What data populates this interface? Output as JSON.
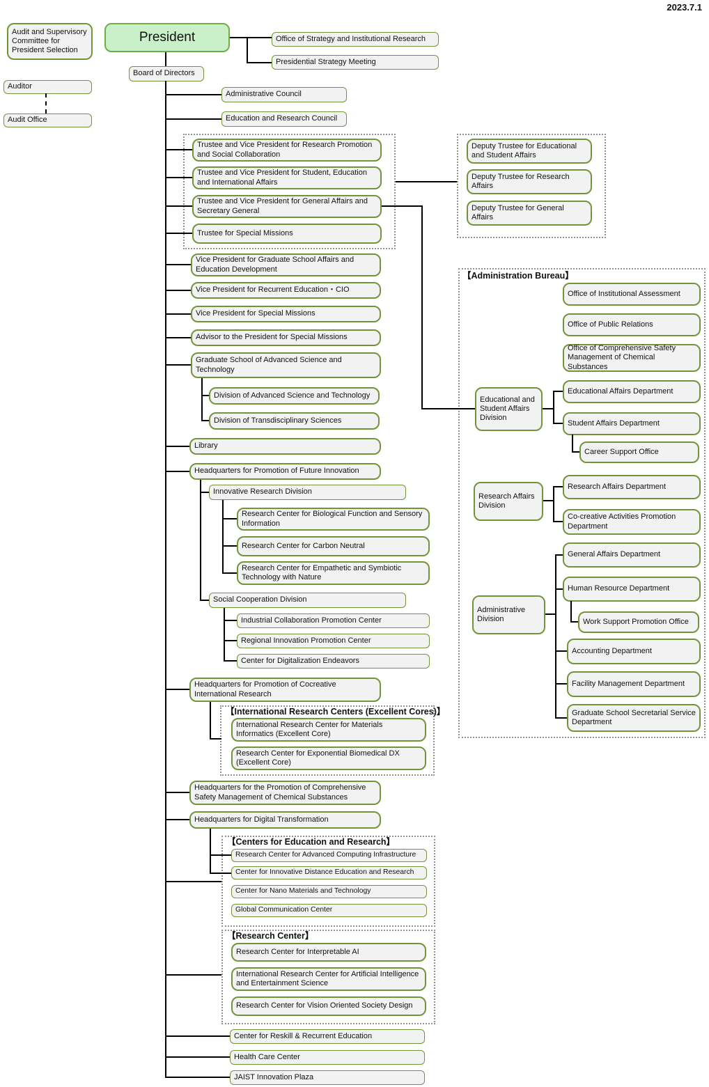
{
  "date": "2023.7.1",
  "audit": {
    "committee": "Audit and Supervisory Committee for President Selection",
    "auditor": "Auditor",
    "office": "Audit Office"
  },
  "president": "President",
  "board": "Board of Directors",
  "president_direct": {
    "office_strategy": "Office of Strategy and Institutional Research",
    "strategy_meeting": "Presidential Strategy Meeting"
  },
  "councils": {
    "administrative": "Administrative Council",
    "education_research": "Education and Research Council"
  },
  "trustees": [
    "Trustee and Vice President for Research Promotion and Social Collaboration",
    "Trustee and Vice President for Student, Education and International Affairs",
    "Trustee and Vice President for General Affairs and Secretary General",
    "Trustee for Special Missions"
  ],
  "deputy_trustees": [
    "Deputy Trustee for Educational and Student Affairs",
    "Deputy Trustee for Research Affairs",
    "Deputy Trustee for General Affairs"
  ],
  "vice_presidents": [
    "Vice President for Graduate School Affairs and Education Development",
    "Vice President for Recurrent Education・CIO",
    "Vice President for Special Missions",
    "Advisor to the President for Special Missions"
  ],
  "graduate_school": {
    "label": "Graduate School of Advanced Science and Technology",
    "divisions": [
      "Division of Advanced Science and Technology",
      "Division of Transdisciplinary Sciences"
    ]
  },
  "library": "Library",
  "hq_future": {
    "label": "Headquarters for Promotion of Future Innovation",
    "innovative": {
      "label": "Innovative Research Division",
      "centers": [
        "Research Center for Biological Function and Sensory Information",
        "Research Center for Carbon Neutral",
        "Research Center for Empathetic and Symbiotic Technology with Nature"
      ]
    },
    "social": {
      "label": "Social Cooperation Division",
      "centers": [
        "Industrial Collaboration Promotion Center",
        "Regional Innovation Promotion Center",
        "Center for Digitalization Endeavors"
      ]
    }
  },
  "hq_cocreative": {
    "label": "Headquarters for Promotion of Cocreative International Research",
    "group_title": "【International Research Centers (Excellent Cores)】",
    "centers": [
      "International Research Center for Materials Informatics (Excellent Core)",
      "Research Center for Exponential Biomedical DX (Excellent Core)"
    ]
  },
  "hq_safety": "Headquarters for the Promotion of Comprehensive Safety Management of Chemical Substances",
  "hq_digital": "Headquarters for Digital Transformation",
  "education_research_centers": {
    "group_title": "【Centers for Education and Research】",
    "centers": [
      "Research Center for Advanced Computing Infrastructure",
      "Center for Innovative Distance Education and Research",
      "Center for Nano Materials and Technology",
      "Global Communication Center"
    ]
  },
  "research_centers": {
    "group_title": "【Research Center】",
    "centers": [
      "Research Center for Interpretable AI",
      "International Research Center for Artificial Intelligence and Entertainment Science",
      "Research Center for Vision Oriented Society Design"
    ]
  },
  "others": [
    "Center for Reskill & Recurrent Education",
    "Health Care Center",
    "JAIST Innovation Plaza"
  ],
  "admin_bureau": {
    "title": "【Administration Bureau】",
    "offices": [
      "Office of Institutional Assessment",
      "Office of Public Relations",
      "Office of Comprehensive Safety Management of Chemical Substances"
    ],
    "educational_division": {
      "label": "Educational and Student Affairs Division",
      "departments": [
        "Educational Affairs Department",
        "Student Affairs Department"
      ],
      "career_office": "Career Support Office"
    },
    "research_division": {
      "label": "Research Affairs Division",
      "departments": [
        "Research Affairs Department",
        "Co-creative Activities Promotion Department"
      ]
    },
    "administrative_division": {
      "label": "Administrative Division",
      "departments": [
        "General Affairs Department",
        "Human Resource Department",
        "Accounting Department",
        "Facility Management Department",
        "Graduate School Secretarial Service Department"
      ],
      "work_support_office": "Work Support Promotion Office"
    }
  }
}
